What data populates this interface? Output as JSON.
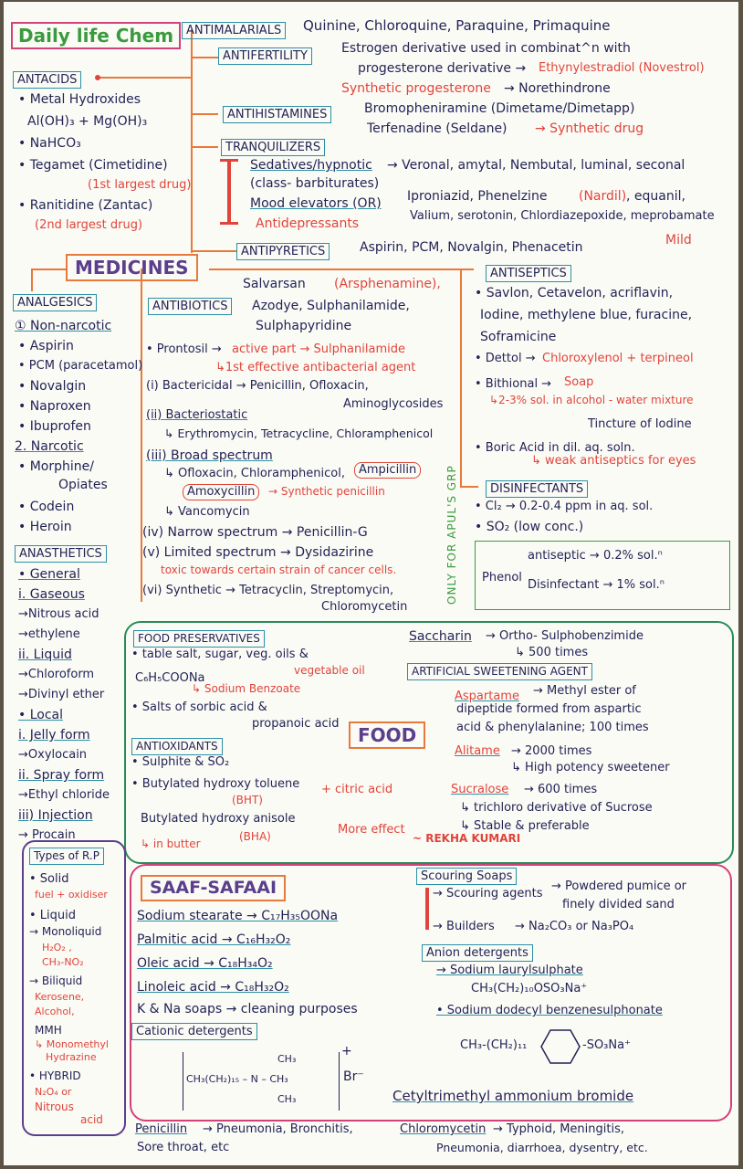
{
  "title": "Daily life Chem",
  "top": {
    "antimalarials": {
      "label": "ANTIMALARIALS",
      "text": "Quinine, Chloroquine, Paraquine, Primaquine"
    },
    "antifertility": {
      "label": "ANTIFERTILITY",
      "line1": "Estrogen derivative used in combinat^n with",
      "line2a": "progesterone derivative →",
      "line2b": "Ethynylestradiol (Novestrol)",
      "line3a": "Synthetic progesterone",
      "line3b": "→ Norethindrone"
    },
    "antihistamines": {
      "label": "ANTIHISTAMINES",
      "line1": "Bromopheniramine (Dimetame/Dimetapp)",
      "line2a": "Terfenadine (Seldane)",
      "line2b": "→ Synthetic drug"
    },
    "tranquilizers": {
      "label": "TRANQUILIZERS",
      "sed": "Sedatives/hypnotic",
      "sedclass": "(class- barbiturates)",
      "sedlist": "→ Veronal, amytal, Nembutal, luminal, seconal",
      "mood": "Mood elevators (OR)",
      "anti": "Antidepressants",
      "mood1a": "Iproniazid, Phenelzine",
      "mood1b": "(Nardil)",
      "mood1c": ", equanil,",
      "mood2": "Valium, serotonin, Chlordiazepoxide, meprobamate",
      "mild": "Mild"
    },
    "antipyretics": {
      "label": "ANTIPYRETICS",
      "text": "Aspirin, PCM, Novalgin, Phenacetin"
    }
  },
  "antacids": {
    "label": "ANTACIDS",
    "items": [
      "• Metal Hydroxides",
      "Al(OH)₃ + Mg(OH)₃",
      "• NaHCO₃",
      "• Tegamet (Cimetidine)",
      "• Ranitidine (Zantac)"
    ],
    "note1": "(1st largest drug)",
    "note2": "(2nd largest drug)"
  },
  "medicines": "MEDICINES",
  "analgesics": {
    "label": "ANALGESICS",
    "nonnarc": "① Non-narcotic",
    "items": [
      "• Aspirin",
      "• PCM (paracetamol)",
      "• Novalgin",
      "• Naproxen",
      "• Ibuprofen"
    ],
    "narc": "2. Narcotic",
    "items2": [
      "• Morphine/",
      "Opiates",
      "• Codein",
      "• Heroin"
    ]
  },
  "anesthetics": {
    "label": "ANASTHETICS",
    "items": [
      "• General",
      "i. Gaseous",
      "→Nitrous acid",
      "→ethylene",
      "ii. Liquid",
      "→Chloroform",
      "→Divinyl ether",
      "• Local",
      "i. Jelly form",
      "→Oxylocain",
      "ii. Spray form",
      "→Ethyl chloride",
      "iii) Injection",
      "→ Procain"
    ]
  },
  "antibiotics": {
    "label": "ANTIBIOTICS",
    "salv": "Salvarsan",
    "salvr": "(Arsphenamine),",
    "azo": "Azodye, Sulphanilamide,",
    "sulpha": "Sulphapyridine",
    "pront1": "• Prontosil →",
    "pront2": "active part → Sulphanilamide",
    "pront3": "↳1st effective antibacterial agent",
    "bcid": "(i) Bactericidal → Penicillin, Ofloxacin,",
    "bcid2": "Aminoglycosides",
    "bstat": "(ii) Bacteriostatic",
    "bstat2": "↳ Erythromycin, Tetracycline, Chloramphenicol",
    "broad": "(iii) Broad spectrum",
    "broad1": "↳ Ofloxacin, Chloramphenicol,",
    "ampi": "Ampicillin",
    "amox": "Amoxycillin",
    "synpen": "→ Synthetic penicillin",
    "vanco": "↳ Vancomycin",
    "narrow": "(iv) Narrow spectrum → Penicillin-G",
    "lim": "(v) Limited spectrum → Dysidazirine",
    "limr": "toxic towards certain strain of cancer cells.",
    "syn": "(vi) Synthetic → Tetracyclin, Streptomycin,",
    "syn2": "Chloromycetin"
  },
  "antiseptics": {
    "label": "ANTISEPTICS",
    "l1": "• Savlon, Cetavelon, acriflavin,",
    "l2": "Iodine, methylene blue, furacine,",
    "l3": "Soframicine",
    "dettol1": "• Dettol →",
    "dettol2": "Chloroxylenol + terpineol",
    "bith1": "• Bithional →",
    "bith2": "Soap",
    "sol": "↳2-3% sol. in alcohol - water mixture",
    "tinc": "Tincture of Iodine",
    "boric": "• Boric Acid in dil. aq. soln.",
    "weak": "↳ weak antiseptics for eyes"
  },
  "side_note": "ONLY FOR APUL'S GRP",
  "disinfectants": {
    "label": "DISINFECTANTS",
    "l1": "• Cl₂ → 0.2-0.4 ppm in aq. sol.",
    "l2": "• SO₂ (low conc.)",
    "phenol": "Phenol",
    "ant": "antiseptic → 0.2% sol.ⁿ",
    "dis": "Disinfectant → 1% sol.ⁿ"
  },
  "food": {
    "label": "FOOD",
    "preservatives": "FOOD PRESERVATIVES",
    "p1": "• table salt, sugar, veg. oils &",
    "p1r": "vegetable oil",
    "p2": "C₆H₅COONa",
    "p2r": "↳ Sodium Benzoate",
    "p3": "• Salts of sorbic acid &",
    "p4": "propanoic acid",
    "antioxidants": "ANTIOXIDANTS",
    "a1": "• Sulphite & SO₂",
    "a2": "• Butylated hydroxy toluene",
    "a2r": "(BHT)",
    "citric": "+ citric acid",
    "a3": "Butylated hydroxy anisole",
    "a3r": "(BHA)",
    "inbutter": "↳ in butter",
    "more": "More effect",
    "saccharin": "Saccharin",
    "sac2": "→ Ortho- Sulphobenzimide",
    "sac3": "↳ 500 times",
    "sweet": "ARTIFICIAL SWEETENING AGENT",
    "asp": "Aspartame",
    "asp2": "→ Methyl ester of",
    "asp3": "dipeptide formed from aspartic",
    "asp4": "acid & phenylalanine; 100 times",
    "ali": "Alitame",
    "ali2": "→ 2000 times",
    "ali3": "↳ High potency sweetener",
    "suc": "Sucralose",
    "suc2": "→ 600 times",
    "suc3": "↳ trichloro derivative of Sucrose",
    "suc4": "↳ Stable & preferable",
    "author": "~ REKHA KUMARI"
  },
  "rp": {
    "label": "Types of R.P",
    "items": [
      "• Solid",
      "• Liquid",
      "→ Monoliquid",
      "→ Biliquid",
      "MMH",
      "• HYBRID"
    ],
    "solid_r": "fuel + oxidiser",
    "mono_r": "H₂O₂ ,",
    "mono_r2": "CH₃-NO₂",
    "bi_r": "Kerosene,",
    "bi_r2": "Alcohol,",
    "mmh_r": "↳ Monomethyl",
    "mmh_r2": "Hydrazine",
    "hyb_r": "N₂O₄ or",
    "hyb_r2": "Nitrous",
    "hyb_r3": "acid"
  },
  "saaf": {
    "label": "SAAF-SAFAAI",
    "rows": [
      "Sodium stearate → C₁₇H₃₅OONa",
      "Palmitic acid → C₁₆H₃₂O₂",
      "Oleic acid → C₁₈H₃₄O₂",
      "Linoleic acid → C₁₈H₃₂O₂",
      "K & Na soaps → cleaning purposes"
    ],
    "cationic": "Cationic detergents",
    "scour": "Scouring Soaps",
    "sa": "→ Scouring agents",
    "sa2": "→ Powdered pumice or",
    "sa3": "finely divided sand",
    "bld": "→ Builders",
    "bld2": "→ Na₂CO₃ or Na₃PO₄",
    "anion": "Anion detergents",
    "an1": "→ Sodium laurylsulphate",
    "an2": "CH₃(CH₂)₁₀OSO₃Na⁺",
    "an3": "• Sodium dodecyl benzenesulphonate",
    "an4": "CH₃-(CH₂)₁₁",
    "an5": "-SO₃Na⁺",
    "cat_formula": "CH₃(CH₂)₁₅ – N – CH₃",
    "ch3a": "CH₃",
    "ch3b": "CH₃",
    "br": "Br⁻",
    "plus": "+",
    "ctab": "Cetyltrimethyl ammonium bromide"
  },
  "footer": {
    "pen": "Penicillin",
    "pen2": "→ Pneumonia, Bronchitis,",
    "pen3": "Sore throat, etc",
    "chl": "Chloromycetin",
    "chl2": "→ Typhoid, Meningitis,",
    "chl3": "Pneumonia, diarrhoea, dysentry, etc."
  },
  "colors": {
    "ink": "#232356",
    "red": "#e0443a",
    "teal": "#2a8fa6",
    "orange": "#e7793b",
    "green": "#3a9a3e",
    "magenta": "#d2417a",
    "purple": "#5b3f8c"
  }
}
